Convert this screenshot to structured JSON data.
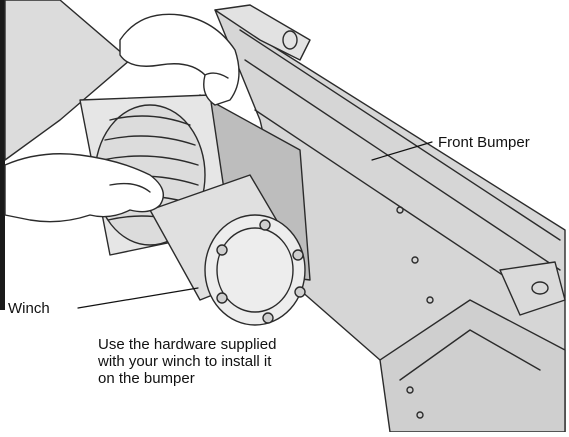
{
  "labels": {
    "front_bumper": "Front Bumper",
    "winch": "Winch"
  },
  "caption": {
    "lines": [
      "Use the hardware supplied",
      "with your winch to install it",
      "on the bumper"
    ]
  }
}
